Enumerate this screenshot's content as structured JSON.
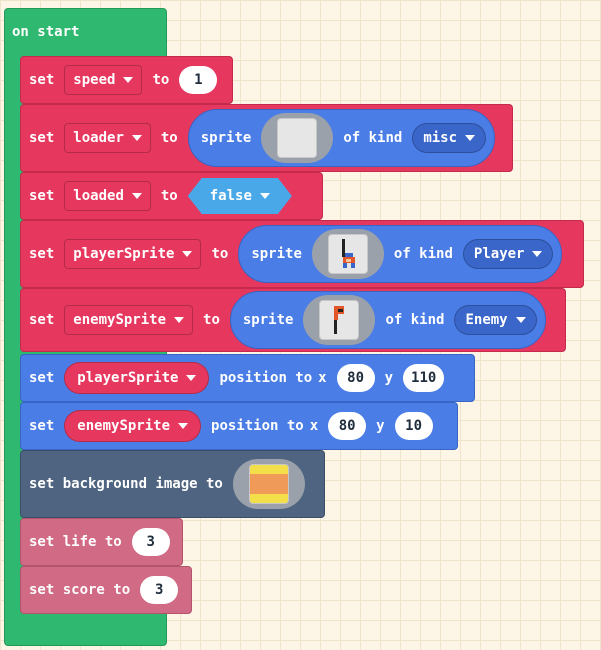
{
  "hat": {
    "label": "on start"
  },
  "blocks": {
    "speed": {
      "set": "set",
      "var": "speed",
      "to": "to",
      "value": "1"
    },
    "loader": {
      "set": "set",
      "var": "loader",
      "to": "to",
      "sprite": "sprite",
      "of_kind": "of kind",
      "kind": "misc"
    },
    "loaded": {
      "set": "set",
      "var": "loaded",
      "to": "to",
      "value": "false"
    },
    "player": {
      "set": "set",
      "var": "playerSprite",
      "to": "to",
      "sprite": "sprite",
      "of_kind": "of kind",
      "kind": "Player"
    },
    "enemy": {
      "set": "set",
      "var": "enemySprite",
      "to": "to",
      "sprite": "sprite",
      "of_kind": "of kind",
      "kind": "Enemy"
    },
    "player_pos": {
      "set": "set",
      "var": "playerSprite",
      "position_to": "position to",
      "x_label": "x",
      "x": "80",
      "y_label": "y",
      "y": "110"
    },
    "enemy_pos": {
      "set": "set",
      "var": "enemySprite",
      "position_to": "position to",
      "x_label": "x",
      "x": "80",
      "y_label": "y",
      "y": "10"
    },
    "background": {
      "label": "set background image to"
    },
    "life": {
      "label": "set life to",
      "value": "3"
    },
    "score": {
      "label": "set score to",
      "value": "3"
    }
  },
  "colors": {
    "workspace": "#fdf6e6",
    "event_green": "#2fb86f",
    "variables_red": "#e6385f",
    "sprites_blue": "#4a7de6",
    "scene_slate": "#4f6480",
    "info_pink": "#d16a85",
    "logic_cyan": "#49a9e8"
  },
  "icons": [
    "caret-down-icon",
    "blank-image-icon",
    "player-sprite-icon",
    "enemy-sprite-icon",
    "background-image-icon"
  ]
}
